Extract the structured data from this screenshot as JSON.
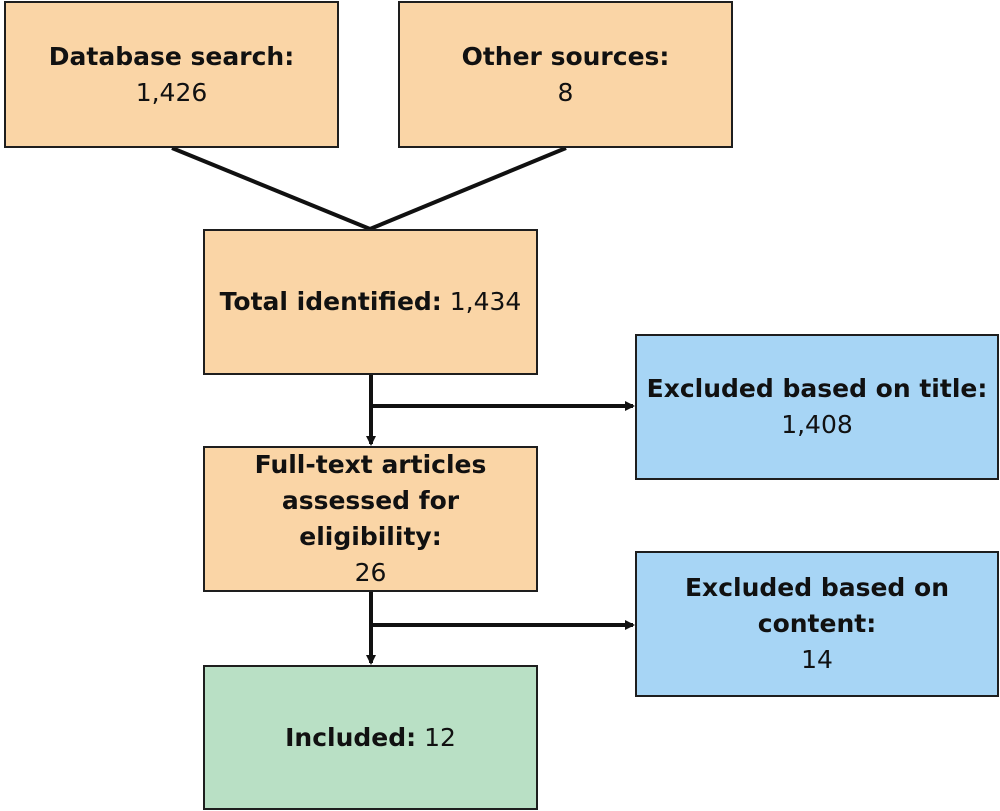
{
  "boxes": {
    "database_search": {
      "label": "Database search:",
      "value": "1,426"
    },
    "other_sources": {
      "label": "Other sources:",
      "value": "8"
    },
    "total_identified": {
      "label": "Total identified:",
      "value": "1,434"
    },
    "excluded_title": {
      "label": "Excluded based on title:",
      "value": "1,408"
    },
    "full_text": {
      "label_line1": "Full-text articles",
      "label_line2": "assessed for eligibility:",
      "value": "26"
    },
    "excluded_content": {
      "label_line1": "Excluded based on",
      "label_line2": "content:",
      "value": "14"
    },
    "included": {
      "label": "Included:",
      "value": "12"
    }
  },
  "colors": {
    "stage_fill": "#fad5a6",
    "excluded_fill": "#a7d5f5",
    "included_fill": "#b9e0c5",
    "outline": "#1e1e1e"
  }
}
